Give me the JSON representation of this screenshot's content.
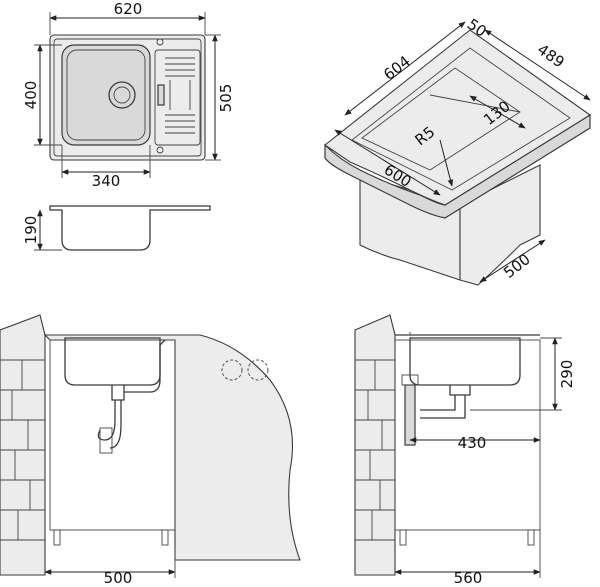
{
  "top_view": {
    "width": "620",
    "bowl_height": "400",
    "depth": "505",
    "bowl_width": "340"
  },
  "side_view": {
    "bowl_depth": "190"
  },
  "iso_view": {
    "flange": "50",
    "depth": "489",
    "cutout_length": "604",
    "drainer": "130",
    "radius": "R5",
    "length": "600",
    "cabinet_depth": "500"
  },
  "front_elevation": {
    "cabinet_width": "500"
  },
  "side_elevation": {
    "drain_height": "290",
    "drain_offset": "430",
    "cabinet_depth": "560"
  }
}
